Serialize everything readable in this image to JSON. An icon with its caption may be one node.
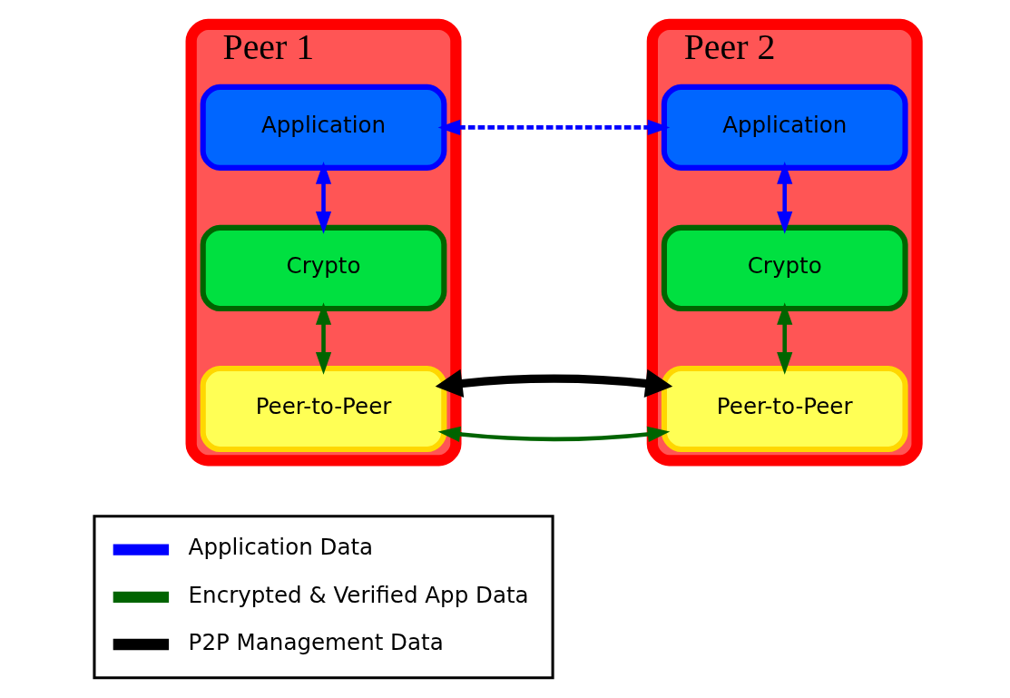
{
  "diagram": {
    "nodes": [
      {
        "text": [
          "Peer 1"
        ]
      },
      {
        "text": [
          "Application"
        ],
        "in": 0
      },
      {
        "text": [
          "Crypto"
        ],
        "in": 0
      },
      {
        "text": [
          "Peer-to-Peer"
        ],
        "in": 0
      },
      {
        "text": [
          "Peer 2"
        ]
      },
      {
        "text": [
          "Application"
        ],
        "in": 4
      },
      {
        "text": [
          "Crypto"
        ],
        "in": 4
      },
      {
        "text": [
          "Peer-to-Peer"
        ],
        "in": 4
      }
    ],
    "edges": [
      {
        "from": 1,
        "to": 5,
        "arrow": "both",
        "style": "dashed",
        "color": "#0000ff"
      },
      {
        "from": 1,
        "to": 2,
        "arrow": "both",
        "color": "#0000ff"
      },
      {
        "from": 2,
        "to": 3,
        "arrow": "both",
        "color": "#006400"
      },
      {
        "from": 5,
        "to": 6,
        "arrow": "both",
        "color": "#0000ff"
      },
      {
        "from": 6,
        "to": 7,
        "arrow": "both",
        "color": "#006400"
      },
      {
        "from": 3,
        "to": 7,
        "arrow": "both",
        "color": "#006400"
      },
      {
        "from": 3,
        "to": 7,
        "arrow": "both",
        "style": "thick",
        "color": "#000000"
      }
    ],
    "legend": [
      {
        "text": "Application Data"
      },
      {
        "text": "Encrypted & Verified App Data"
      },
      {
        "text": "P2P Management Data"
      }
    ]
  }
}
